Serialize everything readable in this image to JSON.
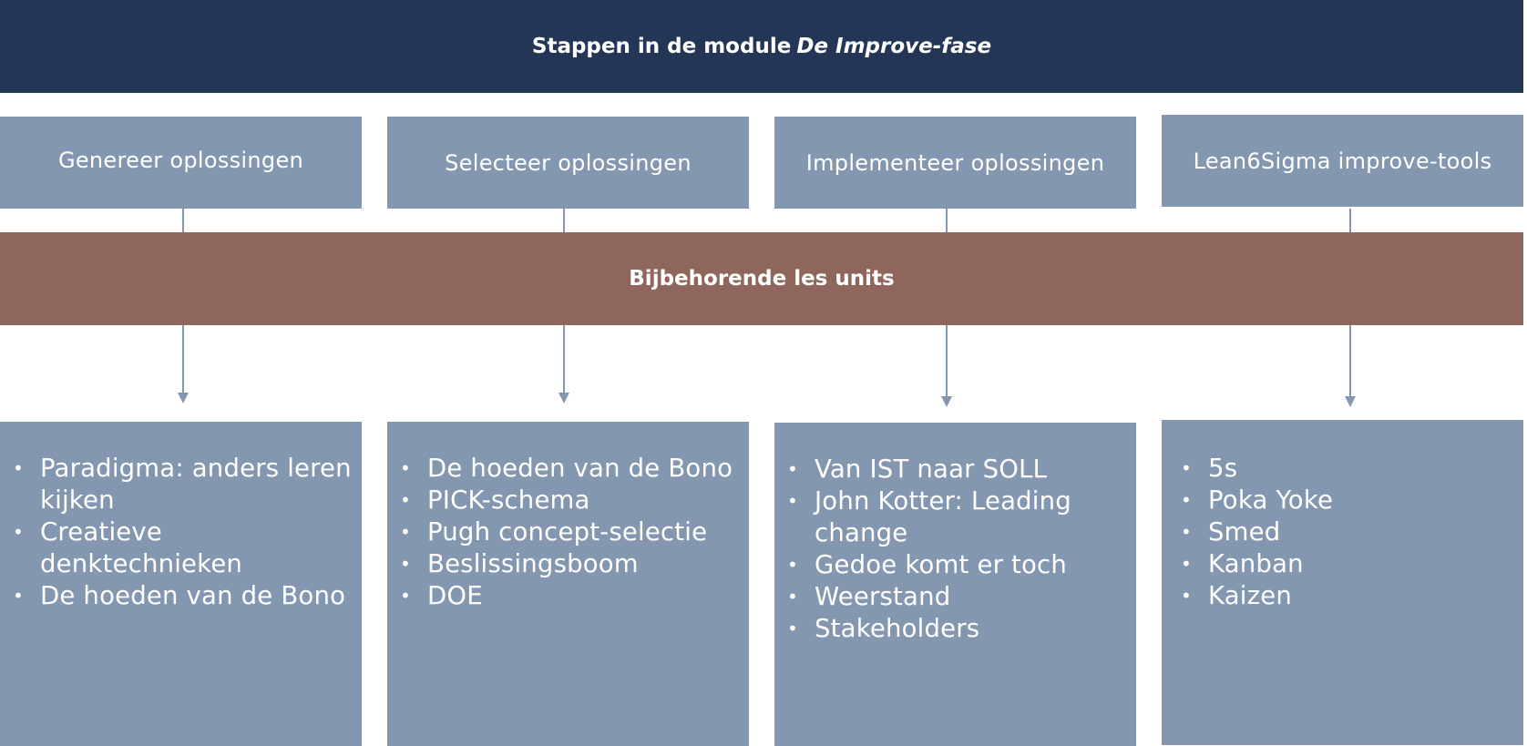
{
  "header": {
    "title_prefix": "Stappen in de module",
    "title_emphasis": "De Improve-fase"
  },
  "steps": [
    {
      "label": "Genereer oplossingen"
    },
    {
      "label": "Selecteer oplossingen"
    },
    {
      "label": "Implementeer oplossingen"
    },
    {
      "label": "Lean6Sigma improve-tools"
    }
  ],
  "units_bar": {
    "label": "Bijbehorende les units"
  },
  "columns": [
    {
      "items": [
        "Paradigma: anders leren kijken",
        "Creatieve denktechnieken",
        "De hoeden van de Bono"
      ]
    },
    {
      "items": [
        "De hoeden van de Bono",
        "PICK-schema",
        "Pugh concept-selectie",
        "Beslissingsboom",
        "DOE"
      ]
    },
    {
      "items": [
        "Van IST naar SOLL",
        "John Kotter: Leading change",
        "Gedoe komt er toch",
        "Weerstand",
        "Stakeholders"
      ]
    },
    {
      "items": [
        "5s",
        "Poka Yoke",
        "Smed",
        "Kanban",
        "Kaizen"
      ]
    }
  ],
  "colors": {
    "header": "#243656",
    "box": "#8497b0",
    "units_bar": "#8f665c",
    "connector": "#8497b0",
    "text": "#ffffff"
  }
}
